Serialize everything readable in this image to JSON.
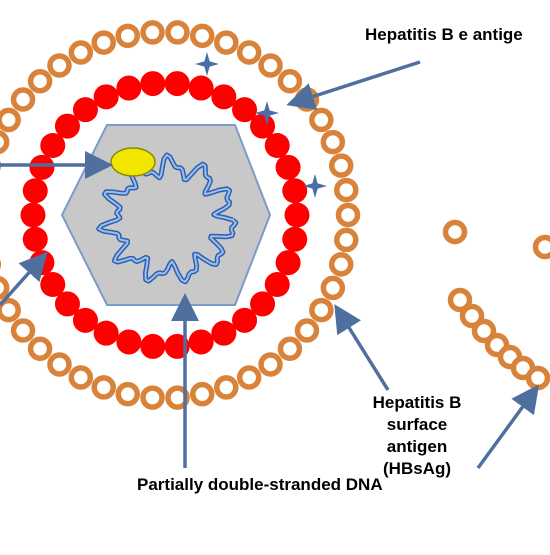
{
  "labels": {
    "e_antigen": "Hepatitis B e antige",
    "surface_antigen_line1": "Hepatitis B",
    "surface_antigen_line2": "surface antigen",
    "surface_antigen_line3": "(HBsAg)",
    "dna": "Partially double-stranded DNA"
  },
  "colors": {
    "envelope_orange": "#d8823a",
    "core_red": "#ff0000",
    "capsid_gray": "#c8c8c8",
    "dna_blue": "#4a7cc7",
    "polymerase_yellow": "#f0e600",
    "arrow_blue": "#4f6f9f",
    "star_blue": "#4a6ea8"
  }
}
